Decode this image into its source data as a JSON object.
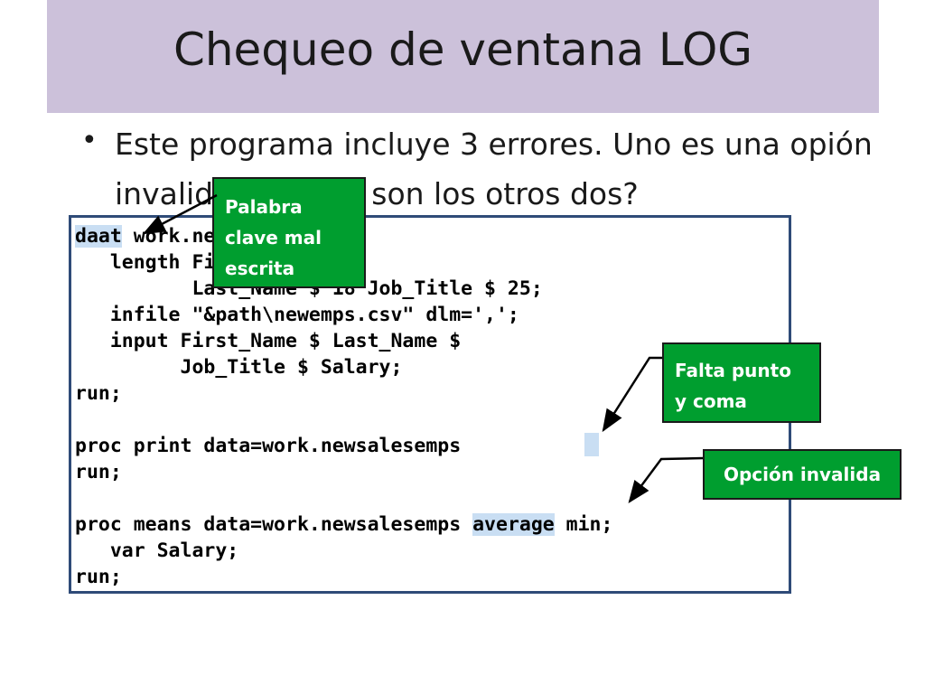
{
  "slide": {
    "title": "Chequeo de ventana LOG",
    "bullet": "Este programa incluye 3 errores. Uno es una opión invalida, ¿cuáles son los otros dos?"
  },
  "code": {
    "line1_kw": "daat",
    "line1_rest": " work.newsalesemps;",
    "line2": "   length First_Name $ 12",
    "line3": "          Last_Name $ 18 Job_Title $ 25;",
    "line4": "   infile \"&path\\newemps.csv\" dlm=',';",
    "line5": "   input First_Name $ Last_Name $",
    "line6": "         Job_Title $ Salary;",
    "line7": "run;",
    "line8": "",
    "line9": "proc print data=work.newsalesemps",
    "line10": "run;",
    "line11": "",
    "line12_pre": "proc means data=work.newsalesemps ",
    "line12_opt": "average",
    "line12_post": " min;",
    "line13": "   var Salary;",
    "line14": "run;"
  },
  "callouts": {
    "keyword": "Palabra clave mal escrita",
    "semicolon": "Falta punto y coma",
    "option": "Opción invalida"
  },
  "colors": {
    "title_band": "#ccc1da",
    "callout_green": "#009e2f",
    "code_border": "#2f4b78",
    "highlight": "#c9def3"
  }
}
